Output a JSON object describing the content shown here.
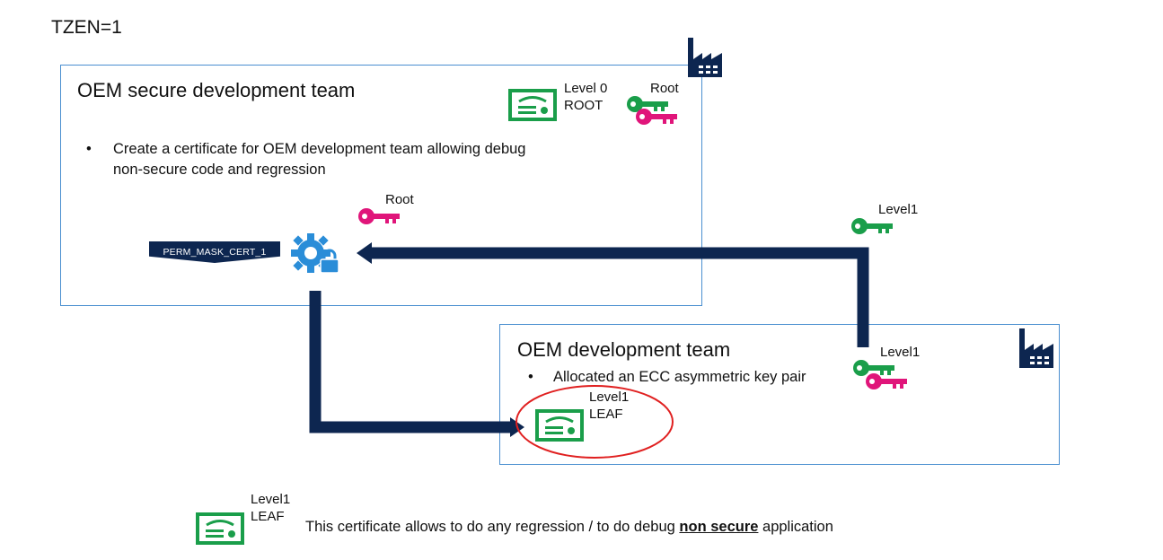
{
  "header": {
    "title": "TZEN=1"
  },
  "secure_team": {
    "title": "OEM secure development team",
    "bullet_line1": "Create a certificate for OEM development team allowing debug",
    "bullet_line2": "non-secure code and regression",
    "cert_level": "Level 0",
    "cert_type": "ROOT",
    "keypair_label": "Root",
    "signing_key_label": "Root",
    "mask_label": "PERM_MASK_CERT_1"
  },
  "dev_team": {
    "title": "OEM development team",
    "bullet": "Allocated an ECC asymmetric key pair",
    "cert_level": "Level1",
    "cert_type": "LEAF",
    "keypair_label": "Level1"
  },
  "public_key": {
    "label": "Level1"
  },
  "legend": {
    "cert_level": "Level1",
    "cert_type": "LEAF",
    "note_before": "This certificate allows to do any regression / to do debug ",
    "note_emph": "non secure",
    "note_after": " application"
  },
  "colors": {
    "box_border": "#4a8fd0",
    "arrow": "#0d2650",
    "cert_green": "#1a9e4a",
    "key_green": "#1a9e4a",
    "key_pink": "#e0157a",
    "gear_blue": "#2a8dd8",
    "highlight_red": "#e02020"
  }
}
